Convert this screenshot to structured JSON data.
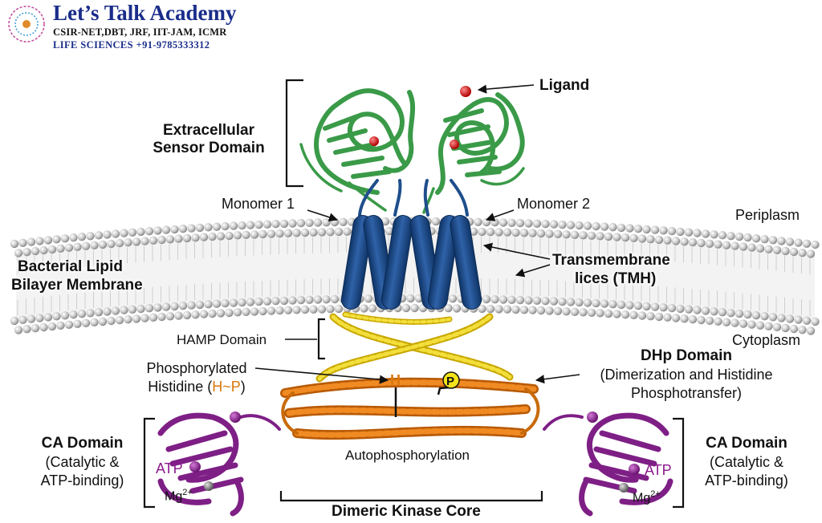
{
  "logo": {
    "title": "Let’s Talk Academy",
    "subtitle": "CSIR-NET,DBT, JRF, IIT-JAM, ICMR",
    "contact": "LIFE SCIENCES  +91-9785333312"
  },
  "labels": {
    "ligand": "Ligand",
    "extracellular_line1": "Extracellular",
    "extracellular_line2": "Sensor Domain",
    "monomer1": "Monomer 1",
    "monomer2": "Monomer 2",
    "periplasm": "Periplasm",
    "membrane_line1": "Bacterial Lipid",
    "membrane_line2": "Bilayer Membrane",
    "tmh_line1": "Transmembrane",
    "tmh_line2": "lices (TMH)",
    "hamp": "HAMP Domain",
    "cytoplasm": "Cytoplasm",
    "dhp_title": "DHp Domain",
    "dhp_line1": "(Dimerization and Histidine",
    "dhp_line2": "Phosphotransfer)",
    "phos_line1": "Phosphorylated",
    "phos_line2_prefix": "Histidine (",
    "phos_line2_hp": "H~P",
    "phos_line2_suffix": ")",
    "histidine_symbol": "H",
    "phosphate_symbol": "P",
    "autophos": "Autophosphorylation",
    "ca_left_title": "CA Domain",
    "ca_left_line1": "(Catalytic &",
    "ca_left_line2": "ATP-binding)",
    "ca_right_title": "CA Domain",
    "ca_right_line1": "(Catalytic &",
    "ca_right_line2": "ATP-binding)",
    "atp_left": "ATP",
    "atp_right": "ATP",
    "mg_left": "Mg",
    "mg_right": "Mg",
    "mg_charge": "2+",
    "kinase_core": "Dimeric Kinase Core"
  },
  "colors": {
    "sensor": "#3a9a48",
    "tm_helix": "#1f4e8c",
    "hamp": "#ecd21e",
    "dhp": "#e0730f",
    "ca": "#7e1f86",
    "ligand": "#d01e1e",
    "lipid": "#c8c8c8",
    "brand": "#1a2d8a"
  }
}
